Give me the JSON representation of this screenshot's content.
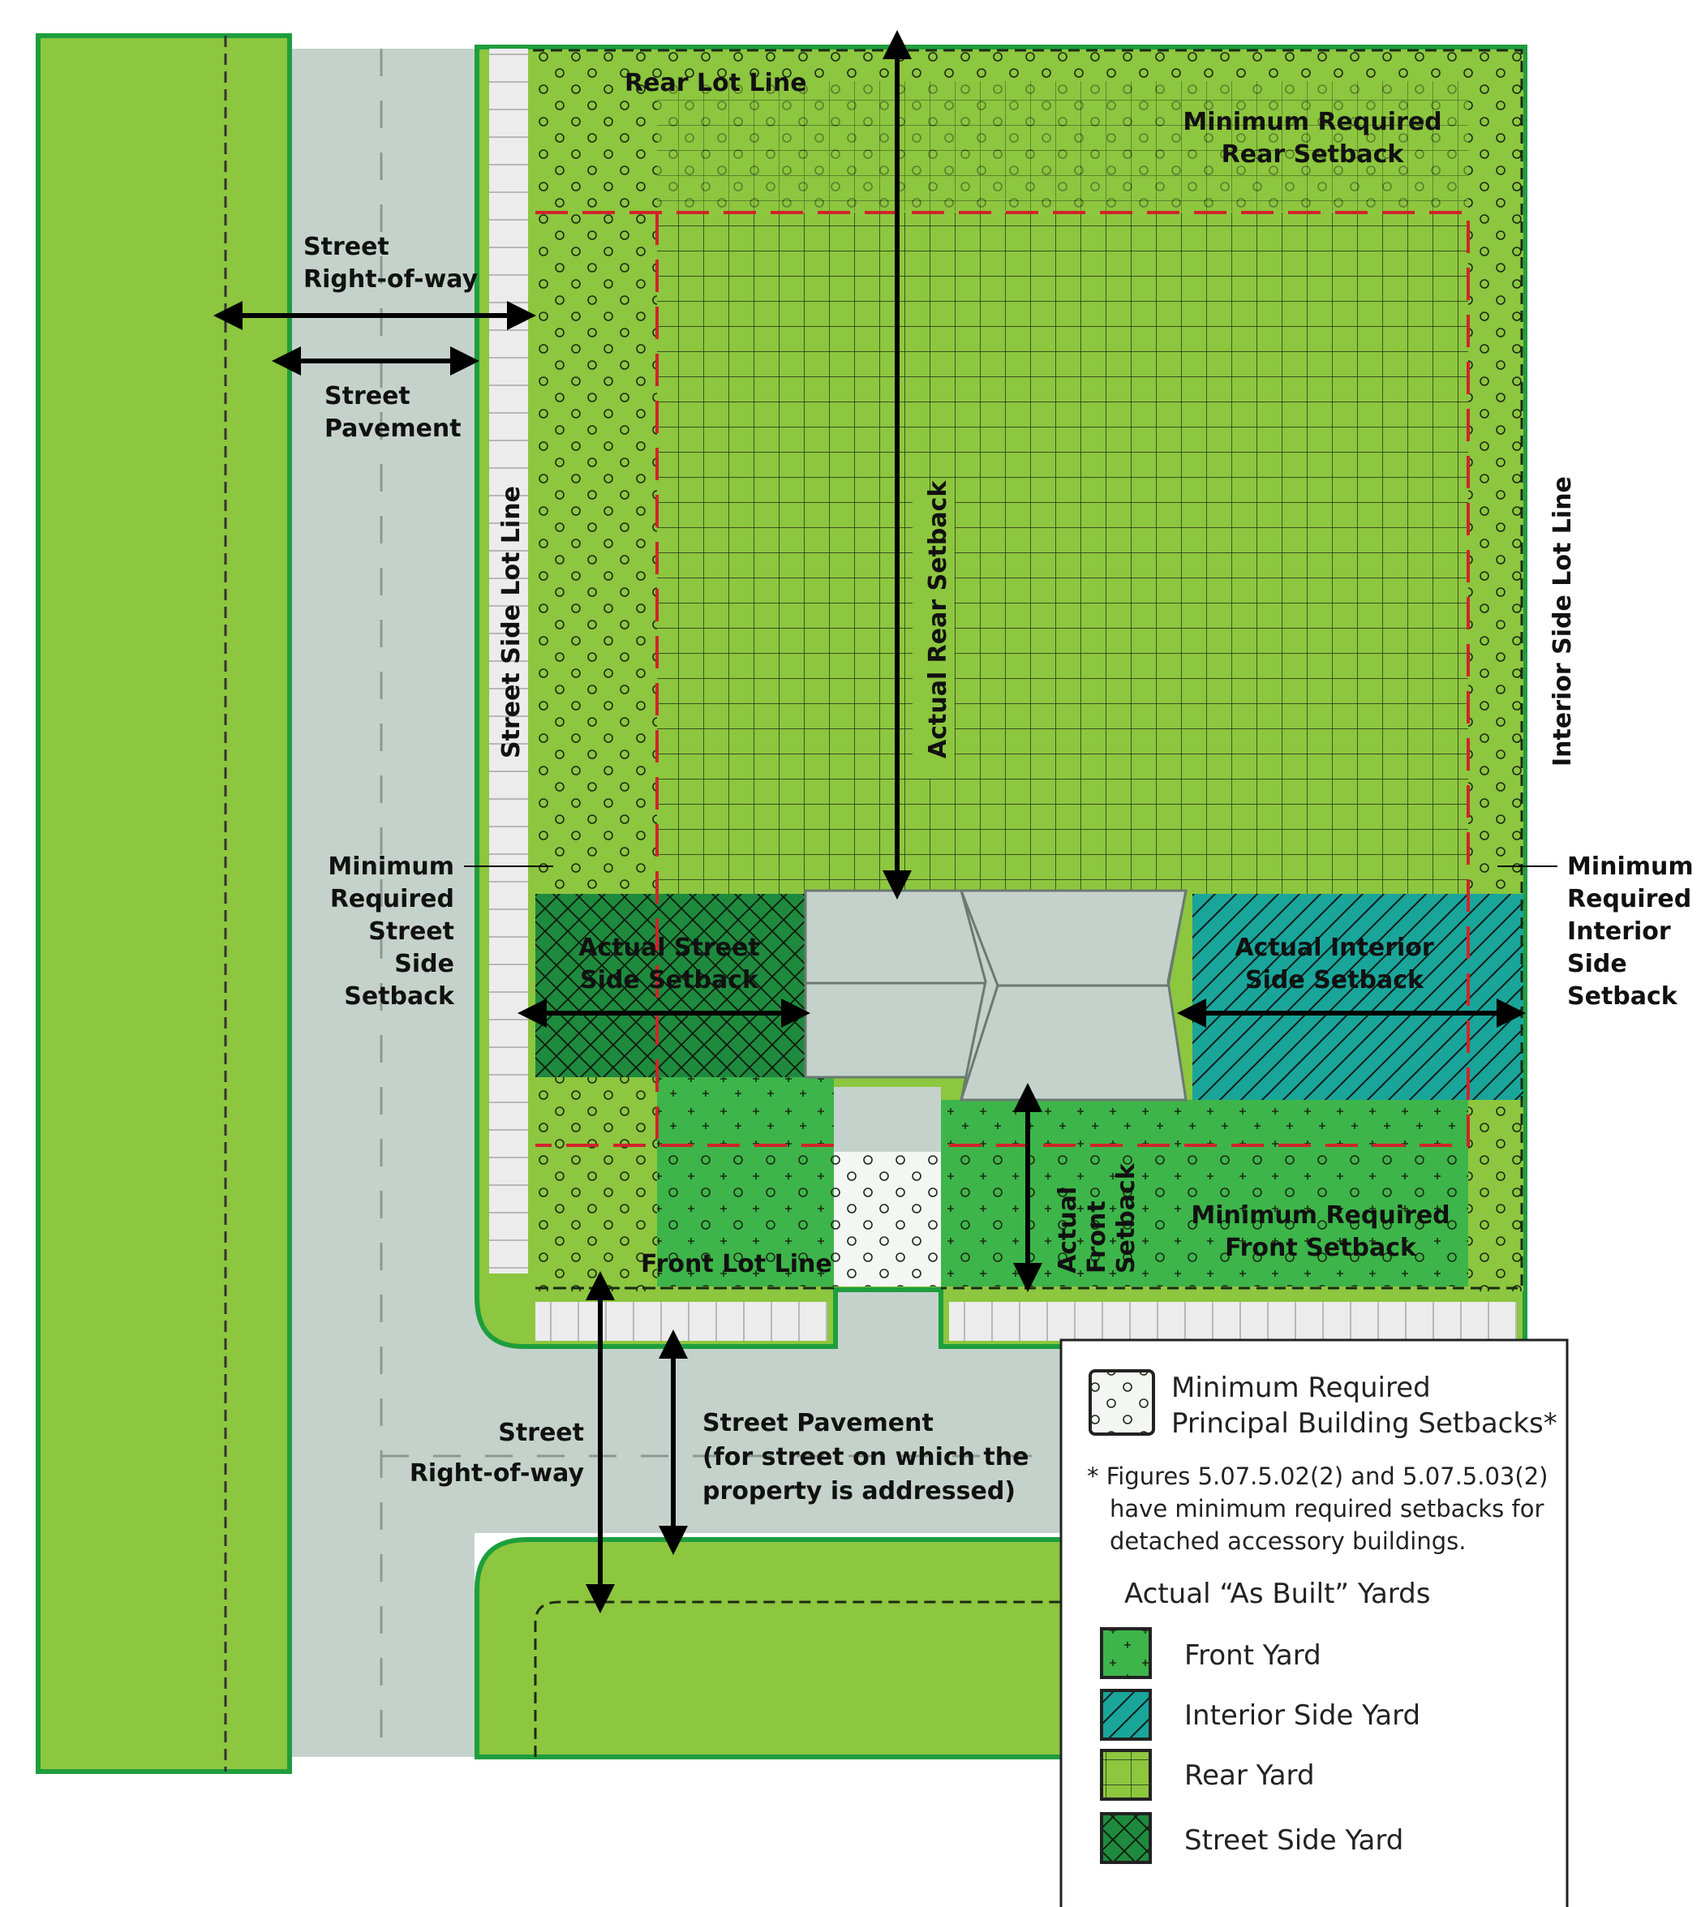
{
  "labels": {
    "rear_lot_line": "Rear Lot Line",
    "min_rear_setback_1": "Minimum Required",
    "min_rear_setback_2": "Rear Setback",
    "street_row_1": "Street",
    "street_row_2": "Right-of-way",
    "street_pavement_1": "Street",
    "street_pavement_2": "Pavement",
    "street_side_lot_line": "Street Side Lot Line",
    "actual_rear_setback": "Actual Rear Setback",
    "interior_side_lot_line": "Interior Side Lot Line",
    "min_street_side_setback": [
      "Minimum",
      "Required",
      "Street",
      "Side",
      "Setback"
    ],
    "min_interior_side_setback": [
      "Minimum",
      "Required",
      "Interior",
      "Side",
      "Setback"
    ],
    "actual_street_side_setback_1": "Actual Street",
    "actual_street_side_setback_2": "Side Setback",
    "actual_interior_side_setback_1": "Actual Interior",
    "actual_interior_side_setback_2": "Side Setback",
    "actual_front_setback": [
      "Actual",
      "Front",
      "Setback"
    ],
    "min_front_setback_1": "Minimum Required",
    "min_front_setback_2": "Front Setback",
    "front_lot_line": "Front Lot Line",
    "bottom_street_row_1": "Street",
    "bottom_street_row_2": "Right-of-way",
    "bottom_pavement_1": "Street Pavement",
    "bottom_pavement_2": "(for street on which the",
    "bottom_pavement_3": "property is addressed)"
  },
  "legend": {
    "min_setbacks_1": "Minimum Required",
    "min_setbacks_2": "Principal Building Setbacks*",
    "note_1": "* Figures 5.07.5.02(2) and 5.07.5.03(2)",
    "note_2": "have minimum required setbacks for",
    "note_3": "detached accessory buildings.",
    "yards_title": "Actual “As Built” Yards",
    "front_yard": "Front Yard",
    "interior_side_yard": "Interior Side Yard",
    "rear_yard": "Rear Yard",
    "street_side_yard": "Street Side Yard"
  },
  "colors": {
    "lot_green": "#8dc63f",
    "border_green": "#1e9e3e",
    "pavement": "#c5d2cc",
    "front_yard": "#3db54a",
    "interior_side_yard": "#1aa59a",
    "street_side_yard": "#1e8a3e",
    "building": "#c5d2cc",
    "setback_line": "#d2232a"
  }
}
